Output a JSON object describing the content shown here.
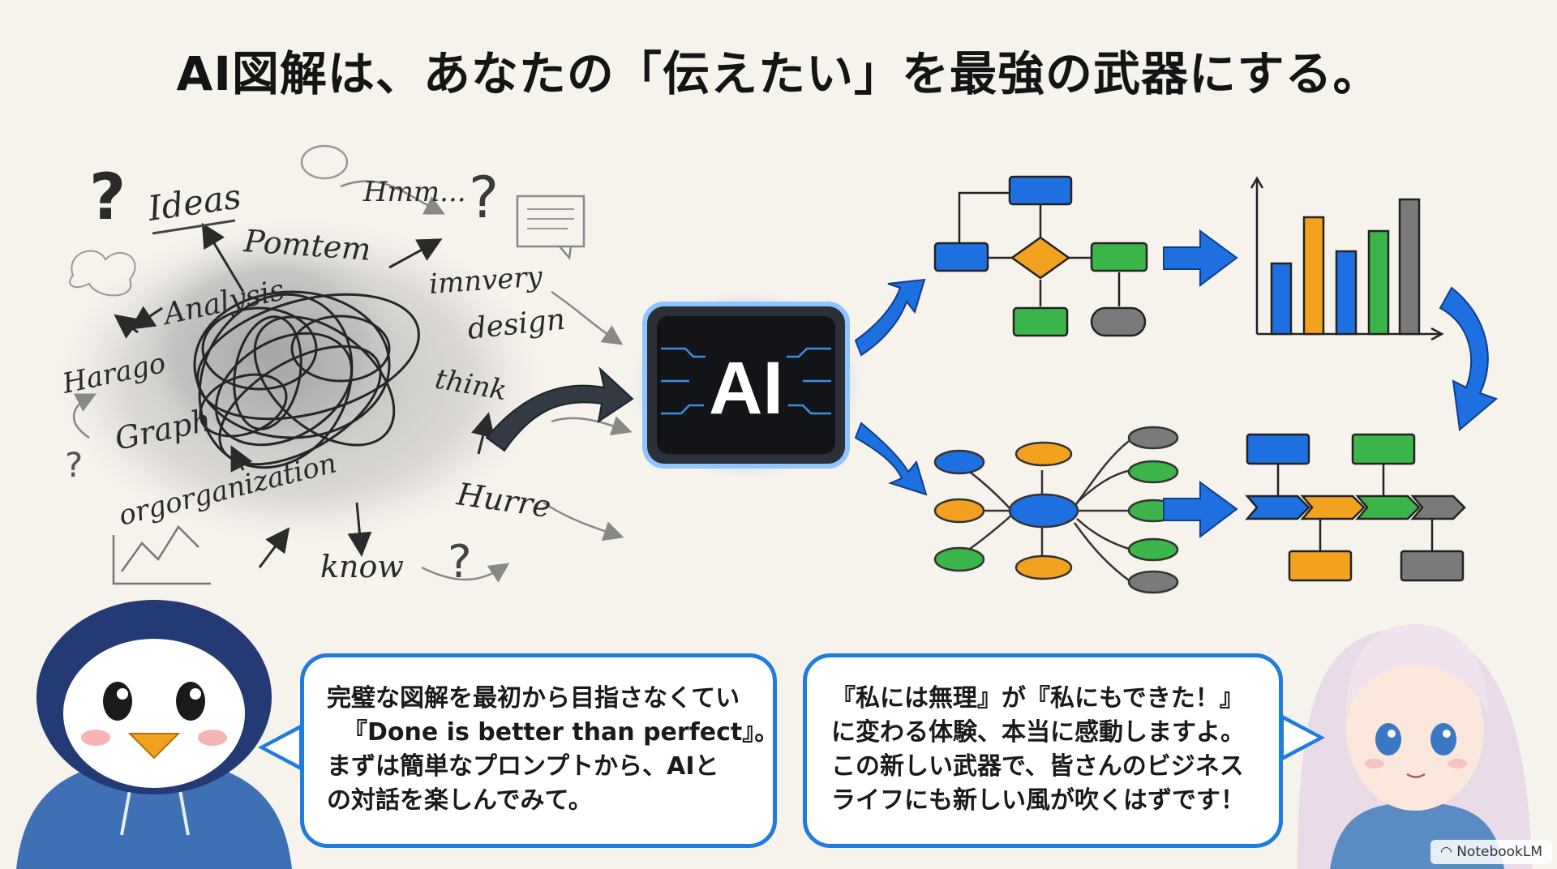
{
  "title": "AI図解は、あなたの「伝えたい」を最強の武器にする。",
  "doodle_words": [
    "Ideas",
    "Hmm...",
    "Pomtem",
    "imnvery",
    "Analysis",
    "design",
    "Harago",
    "think",
    "Graph",
    "orgorganization",
    "Hurre",
    "know"
  ],
  "ai_chip": {
    "label": "AI"
  },
  "colors": {
    "blue": "#1e6fe0",
    "orange": "#f2a21e",
    "green": "#3bb54a",
    "gray": "#7a7a7a",
    "accent": "#1e7be0"
  },
  "bubble_left": {
    "lines": [
      "完璧な図解を最初から目指さなくてい",
      "『Done is better than perfect』。",
      "まずは簡単なプロンプトから、AIと",
      "の対話を楽しんでみて。"
    ]
  },
  "bubble_right": {
    "lines": [
      "『私には無理』が『私にもできた！』",
      "に変わる体験、本当に感動しますよ。",
      "この新しい武器で、皆さんのビジネス",
      "ライフにも新しい風が吹くはずです！"
    ]
  },
  "watermark": "NotebookLM"
}
